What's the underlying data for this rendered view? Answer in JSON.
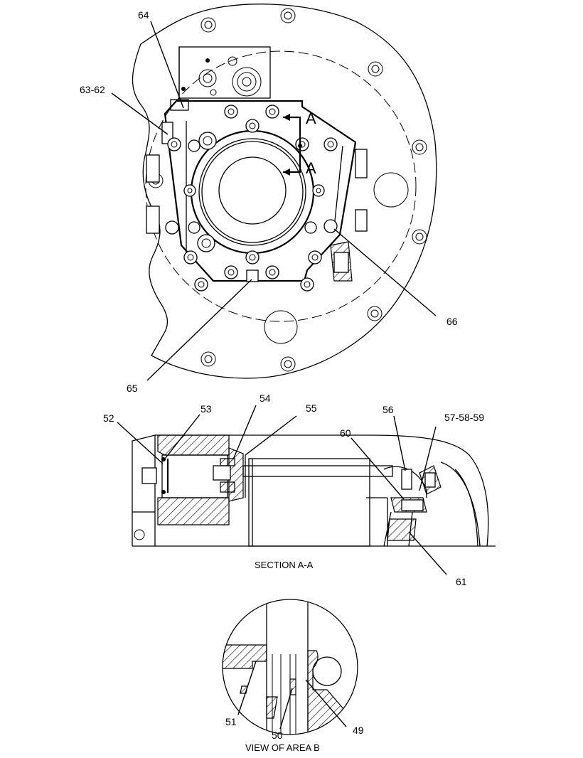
{
  "labels": {
    "p64": "64",
    "p6362": "63-62",
    "pA1": "A",
    "pA2": "A",
    "p66": "66",
    "p65": "65",
    "p52": "52",
    "p53": "53",
    "p54": "54",
    "p55": "55",
    "p56": "56",
    "p575859": "57-58-59",
    "p60": "60",
    "p61": "61",
    "p51": "51",
    "p50": "50",
    "p49": "49"
  },
  "captions": {
    "section": "SECTION A-A",
    "view": "VIEW OF AREA B"
  }
}
